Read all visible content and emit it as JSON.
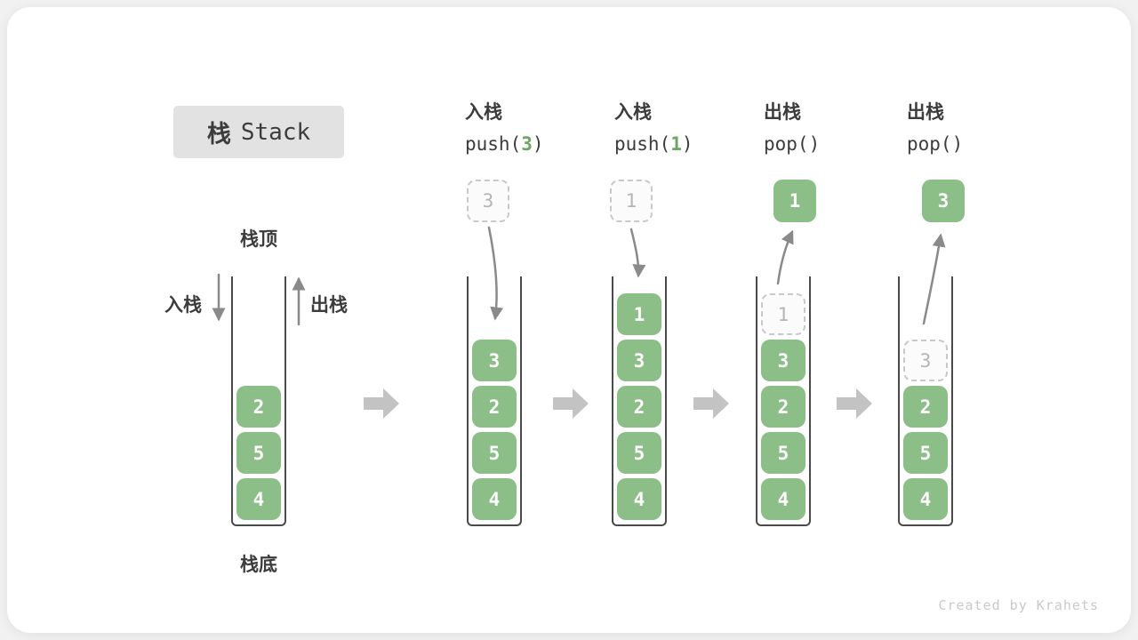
{
  "title": {
    "zh": "栈",
    "en": "Stack"
  },
  "markers": {
    "top": "栈顶",
    "bottom": "栈底"
  },
  "side_labels": {
    "push": "入栈",
    "pop": "出栈"
  },
  "operations": [
    {
      "label": "入栈",
      "fn": "push(",
      "arg": "3",
      "close": ")"
    },
    {
      "label": "入栈",
      "fn": "push(",
      "arg": "1",
      "close": ")"
    },
    {
      "label": "出栈",
      "fn": "pop(",
      "arg": "",
      "close": ")"
    },
    {
      "label": "出栈",
      "fn": "pop(",
      "arg": "",
      "close": ")"
    }
  ],
  "floating": [
    {
      "value": "3",
      "style": "ghost"
    },
    {
      "value": "1",
      "style": "ghost"
    },
    {
      "value": "1",
      "style": "solid"
    },
    {
      "value": "3",
      "style": "solid"
    }
  ],
  "stacks": [
    {
      "items": [
        {
          "value": "2"
        },
        {
          "value": "5"
        },
        {
          "value": "4"
        }
      ]
    },
    {
      "items": [
        {
          "value": "3"
        },
        {
          "value": "2"
        },
        {
          "value": "5"
        },
        {
          "value": "4"
        }
      ]
    },
    {
      "items": [
        {
          "value": "1"
        },
        {
          "value": "3"
        },
        {
          "value": "2"
        },
        {
          "value": "5"
        },
        {
          "value": "4"
        }
      ]
    },
    {
      "items": [
        {
          "value": "1",
          "ghost": true
        },
        {
          "value": "3"
        },
        {
          "value": "2"
        },
        {
          "value": "5"
        },
        {
          "value": "4"
        }
      ]
    },
    {
      "items": [
        {
          "value": "3",
          "ghost": true
        },
        {
          "value": "2"
        },
        {
          "value": "5"
        },
        {
          "value": "4"
        }
      ]
    }
  ],
  "watermark": {
    "text": "Created by Krahets"
  },
  "colors": {
    "green": "#8CBE88",
    "green_text": "#69A862",
    "arrow": "#8A8A8A",
    "block_arrow": "#C3C3C3",
    "ink": "#3C3C3C",
    "ghost_border": "#C9C9C9",
    "ghost_text": "#B5B5B5",
    "title_bg": "#E2E2E2",
    "card_bg": "#FFFFFF",
    "page_bg": "#F1F1F1"
  }
}
